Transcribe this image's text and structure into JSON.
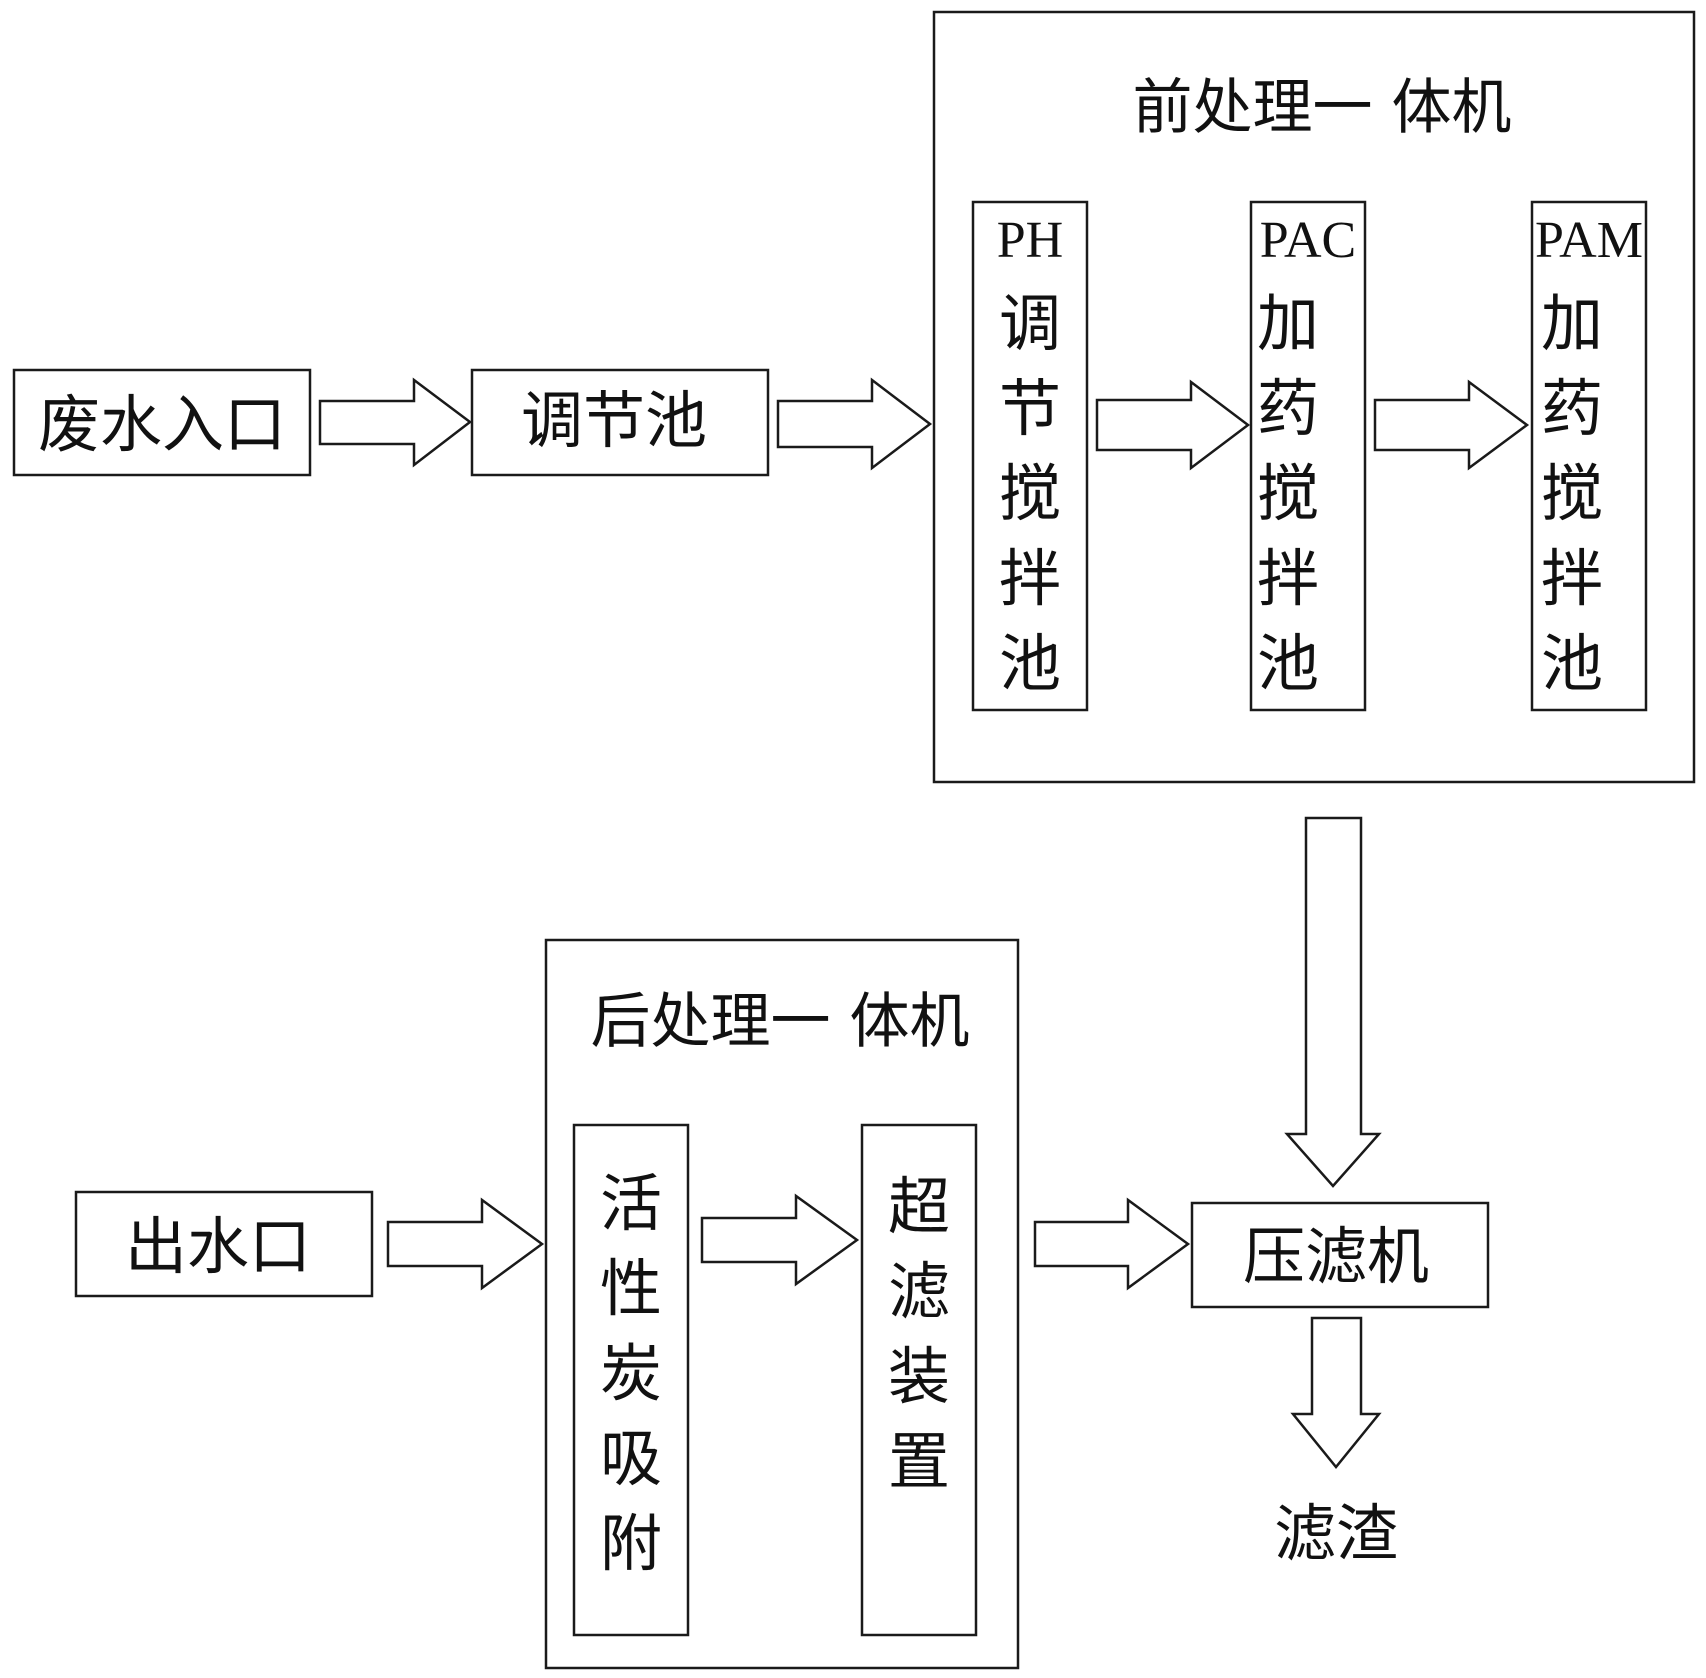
{
  "inlet": "废水入口",
  "equalization_tank": "调节池",
  "pretreatment": {
    "title": "前处理一 体机",
    "ph_tank": {
      "prefix": "PH",
      "chars": [
        "调",
        "节",
        "搅",
        "拌",
        "池"
      ]
    },
    "pac_tank": {
      "prefix": "PAC",
      "chars": [
        "加",
        "药",
        "搅",
        "拌",
        "池"
      ]
    },
    "pam_tank": {
      "prefix": "PAM",
      "chars": [
        "加",
        "药",
        "搅",
        "拌",
        "池"
      ]
    }
  },
  "filter_press": "压滤机",
  "filter_residue": "滤渣",
  "posttreatment": {
    "title": "后处理一 体机",
    "carbon_adsorption": {
      "chars": [
        "活",
        "性",
        "炭",
        "吸",
        "附"
      ]
    },
    "ultrafiltration": {
      "chars": [
        "超",
        "滤",
        "装",
        "置"
      ]
    }
  },
  "outlet": "出水口"
}
